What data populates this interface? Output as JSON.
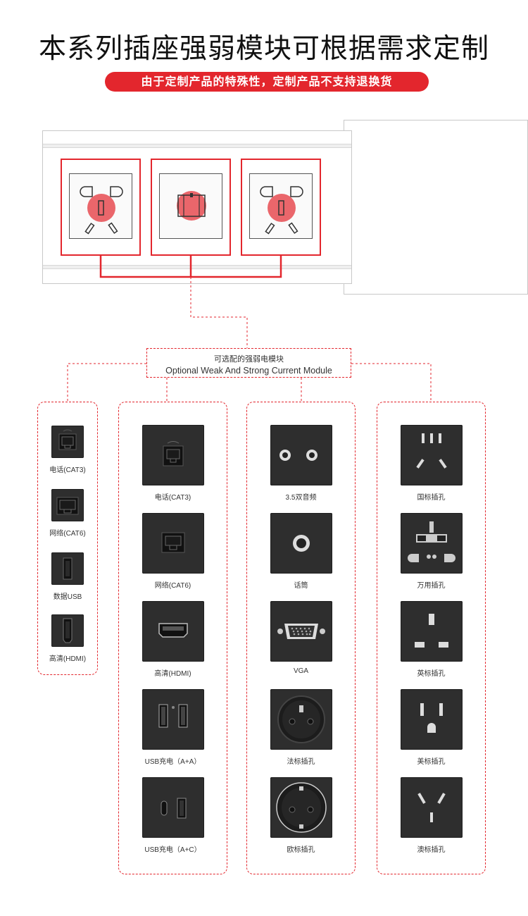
{
  "header": {
    "title": "本系列插座强弱模块可根据需求定制",
    "notice": "由于定制产品的特殊性，定制产品不支持退换货"
  },
  "module_box": {
    "title_cn": "可选配的强弱电模块",
    "title_en": "Optional Weak And Strong Current Module"
  },
  "colors": {
    "accent": "#e3262d",
    "module": "#2e2e2e"
  },
  "column1": {
    "items": [
      {
        "label": "电话(CAT3)",
        "icon": "rj11-icon"
      },
      {
        "label": "网络(CAT6)",
        "icon": "rj45-icon"
      },
      {
        "label": "数据USB",
        "icon": "usb-icon"
      },
      {
        "label": "高清(HDMI)",
        "icon": "hdmi-icon"
      }
    ]
  },
  "column2": {
    "items": [
      {
        "label": "电话(CAT3)",
        "icon": "rj11-icon"
      },
      {
        "label": "网络(CAT6)",
        "icon": "rj45-icon"
      },
      {
        "label": "高清(HDMI)",
        "icon": "hdmi-icon"
      },
      {
        "label": "USB充电（A+A）",
        "icon": "usb-aa-icon"
      },
      {
        "label": "USB充电（A+C）",
        "icon": "usb-ac-icon"
      }
    ]
  },
  "column3": {
    "items": [
      {
        "label": "3.5双音频",
        "icon": "audio-jack-icon"
      },
      {
        "label": "话筒",
        "icon": "mic-jack-icon"
      },
      {
        "label": "VGA",
        "icon": "vga-icon"
      },
      {
        "label": "法标插孔",
        "icon": "french-socket-icon"
      },
      {
        "label": "欧标插孔",
        "icon": "euro-socket-icon"
      }
    ]
  },
  "column4": {
    "items": [
      {
        "label": "国标插孔",
        "icon": "cn-socket-icon"
      },
      {
        "label": "万用插孔",
        "icon": "universal-socket-icon"
      },
      {
        "label": "英标插孔",
        "icon": "uk-socket-icon"
      },
      {
        "label": "美标插孔",
        "icon": "us-socket-icon"
      },
      {
        "label": "澳标插孔",
        "icon": "au-socket-icon"
      }
    ]
  }
}
